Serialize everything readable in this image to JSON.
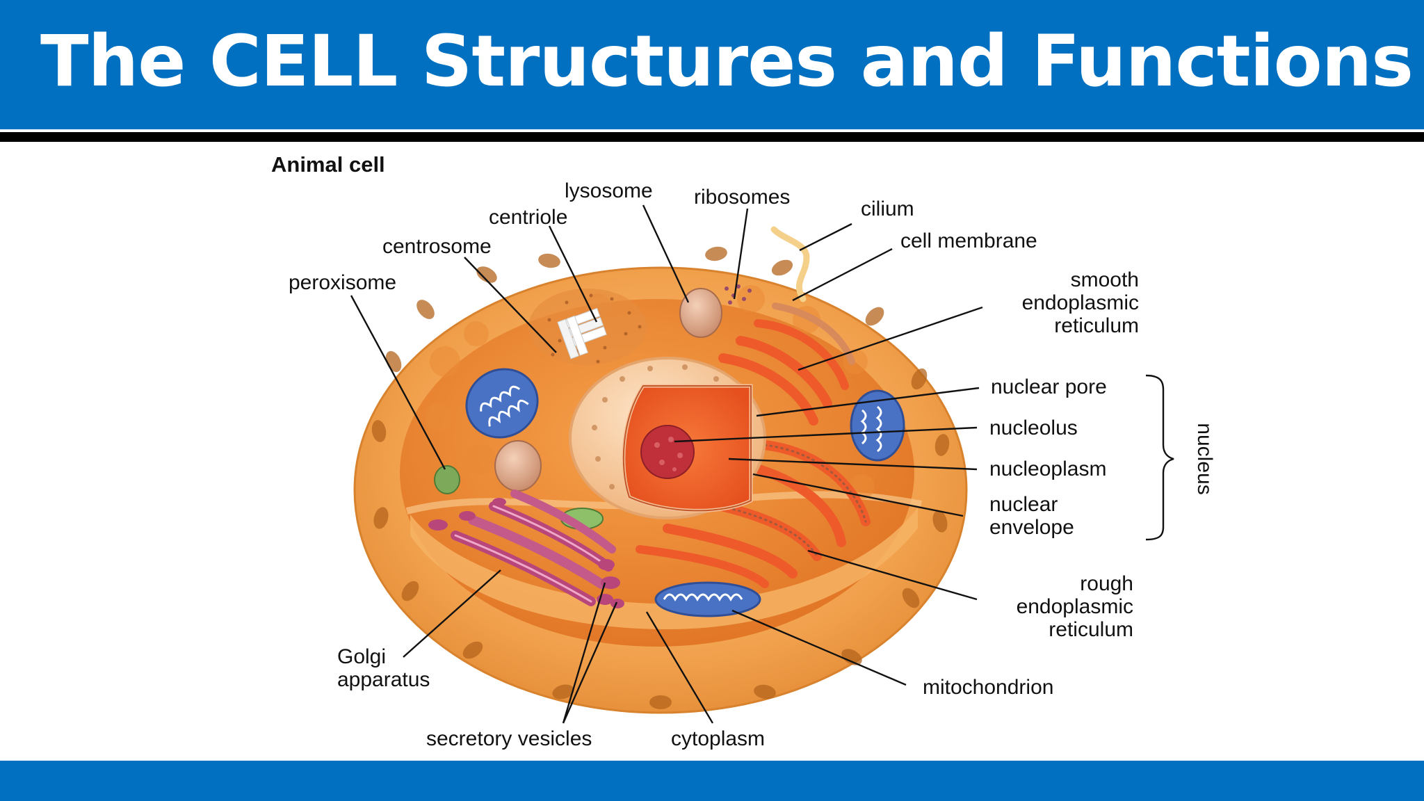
{
  "slide": {
    "title": "The CELL Structures and Functions"
  },
  "diagram": {
    "title": "Animal cell",
    "labels": {
      "lysosome": "lysosome",
      "ribosomes": "ribosomes",
      "centriole": "centriole",
      "cilium": "cilium",
      "centrosome": "centrosome",
      "cell_membrane": "cell membrane",
      "peroxisome": "peroxisome",
      "smooth_er": [
        "smooth",
        "endoplasmic",
        "reticulum"
      ],
      "nuclear_pore": "nuclear pore",
      "nucleolus": "nucleolus",
      "nucleoplasm": "nucleoplasm",
      "nuclear_envelope": [
        "nuclear",
        "envelope"
      ],
      "nucleus_group": "nucleus",
      "rough_er": [
        "rough",
        "endoplasmic",
        "reticulum"
      ],
      "golgi": [
        "Golgi",
        "apparatus"
      ],
      "mitochondrion": "mitochondrion",
      "secretory_vesicles": "secretory vesicles",
      "cytoplasm": "cytoplasm"
    }
  },
  "colors": {
    "brand_blue": "#0170c0",
    "cell_outer": "#f2a24e",
    "cytoplasm": "#f08a2e",
    "nucleus": "#f6c79a",
    "nucleolus": "#c0303a",
    "mitochondrion": "#4a72c4",
    "golgi": "#b8467a",
    "er": "#ee5a2a",
    "peroxisome": "#7daa5a"
  }
}
